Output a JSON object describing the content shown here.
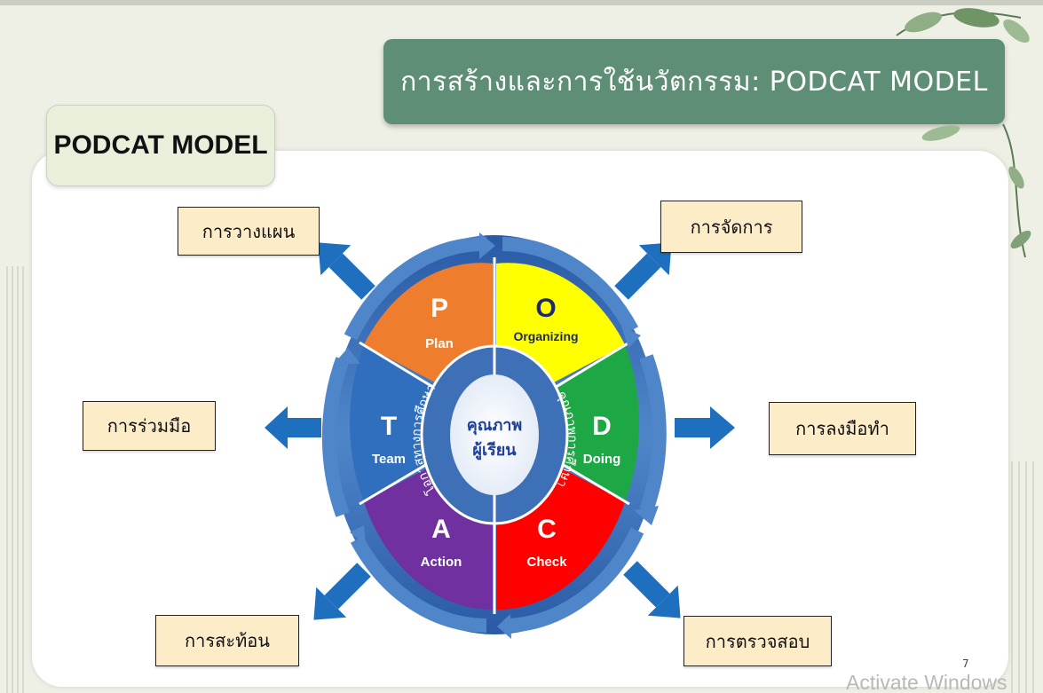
{
  "title": "การสร้างและการใช้นวัตกรรม: PODCAT MODEL",
  "subtitle": "PODCAT MODEL",
  "center": {
    "line1": "คุณภาพ",
    "line2": "ผู้เรียน",
    "ring_left": "โอกาสทางการศึกษา",
    "ring_right": "คุณภาพการศึกษา"
  },
  "segments": [
    {
      "letter": "P",
      "word": "Plan",
      "color": "#ee7d2e"
    },
    {
      "letter": "O",
      "word": "Organizing",
      "color": "#ffff00"
    },
    {
      "letter": "D",
      "word": "Doing",
      "color": "#1ea845"
    },
    {
      "letter": "C",
      "word": "Check",
      "color": "#ff0000"
    },
    {
      "letter": "A",
      "word": "Action",
      "color": "#7030a0"
    },
    {
      "letter": "T",
      "word": "Team",
      "color": "#2f6fbd"
    }
  ],
  "labels": {
    "plan": "การวางแผน",
    "organize": "การจัดการ",
    "do": "การลงมือทำ",
    "check": "การตรวจสอบ",
    "reflect": "การสะท้อน",
    "team": "การร่วมมือ"
  },
  "colors": {
    "banner": "#5f8e76",
    "label_fill": "#fdecc8",
    "arrow": "#1f6fbf",
    "ring": "#3e70b8"
  },
  "page_number": "7",
  "watermark": "Activate Windows"
}
